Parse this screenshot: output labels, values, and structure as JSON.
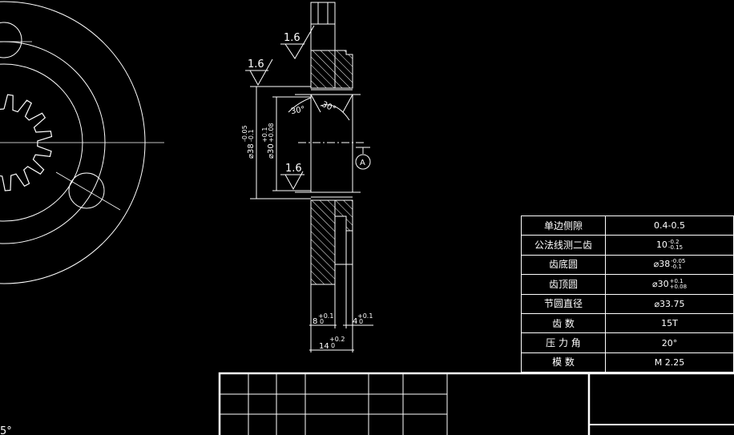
{
  "colors": {
    "background": "#000000",
    "lines": "#ffffff"
  },
  "roughness": {
    "top": "1.6",
    "left": "1.6",
    "bore": "1.6"
  },
  "angles": {
    "left": "30°",
    "right": "30°"
  },
  "datum": {
    "label": "A"
  },
  "dims": {
    "d38": {
      "base": "⌀38",
      "upper": "-0.05",
      "lower": "-0.1"
    },
    "d30": {
      "base": "⌀30",
      "upper": "+0.1",
      "lower": "+0.08"
    },
    "w8": {
      "base": "8",
      "upper": "+0.1",
      "lower": "0"
    },
    "w4": {
      "base": "4",
      "upper": "+0.1",
      "lower": "0"
    },
    "w14": {
      "base": "14",
      "upper": "+0.2",
      "lower": "0"
    }
  },
  "corner_text": "5°",
  "params": [
    {
      "name": "单边侧隙",
      "value": "0.4-0.5",
      "upper": "",
      "lower": ""
    },
    {
      "name": "公法线测二齿",
      "value": "10",
      "upper": "-0.2",
      "lower": "-0.15"
    },
    {
      "name": "齿底圆",
      "value": "⌀38",
      "upper": "-0.05",
      "lower": "-0.1"
    },
    {
      "name": "齿顶圆",
      "value": "⌀30",
      "upper": "+0.1",
      "lower": "+0.08"
    },
    {
      "name": "节圆直径",
      "value": "⌀33.75",
      "upper": "",
      "lower": ""
    },
    {
      "name": "齿    数",
      "value": "15T",
      "upper": "",
      "lower": ""
    },
    {
      "name": "压 力 角",
      "value": "20°",
      "upper": "",
      "lower": ""
    },
    {
      "name": "模    数",
      "value": "M  2.25",
      "upper": "",
      "lower": ""
    }
  ]
}
